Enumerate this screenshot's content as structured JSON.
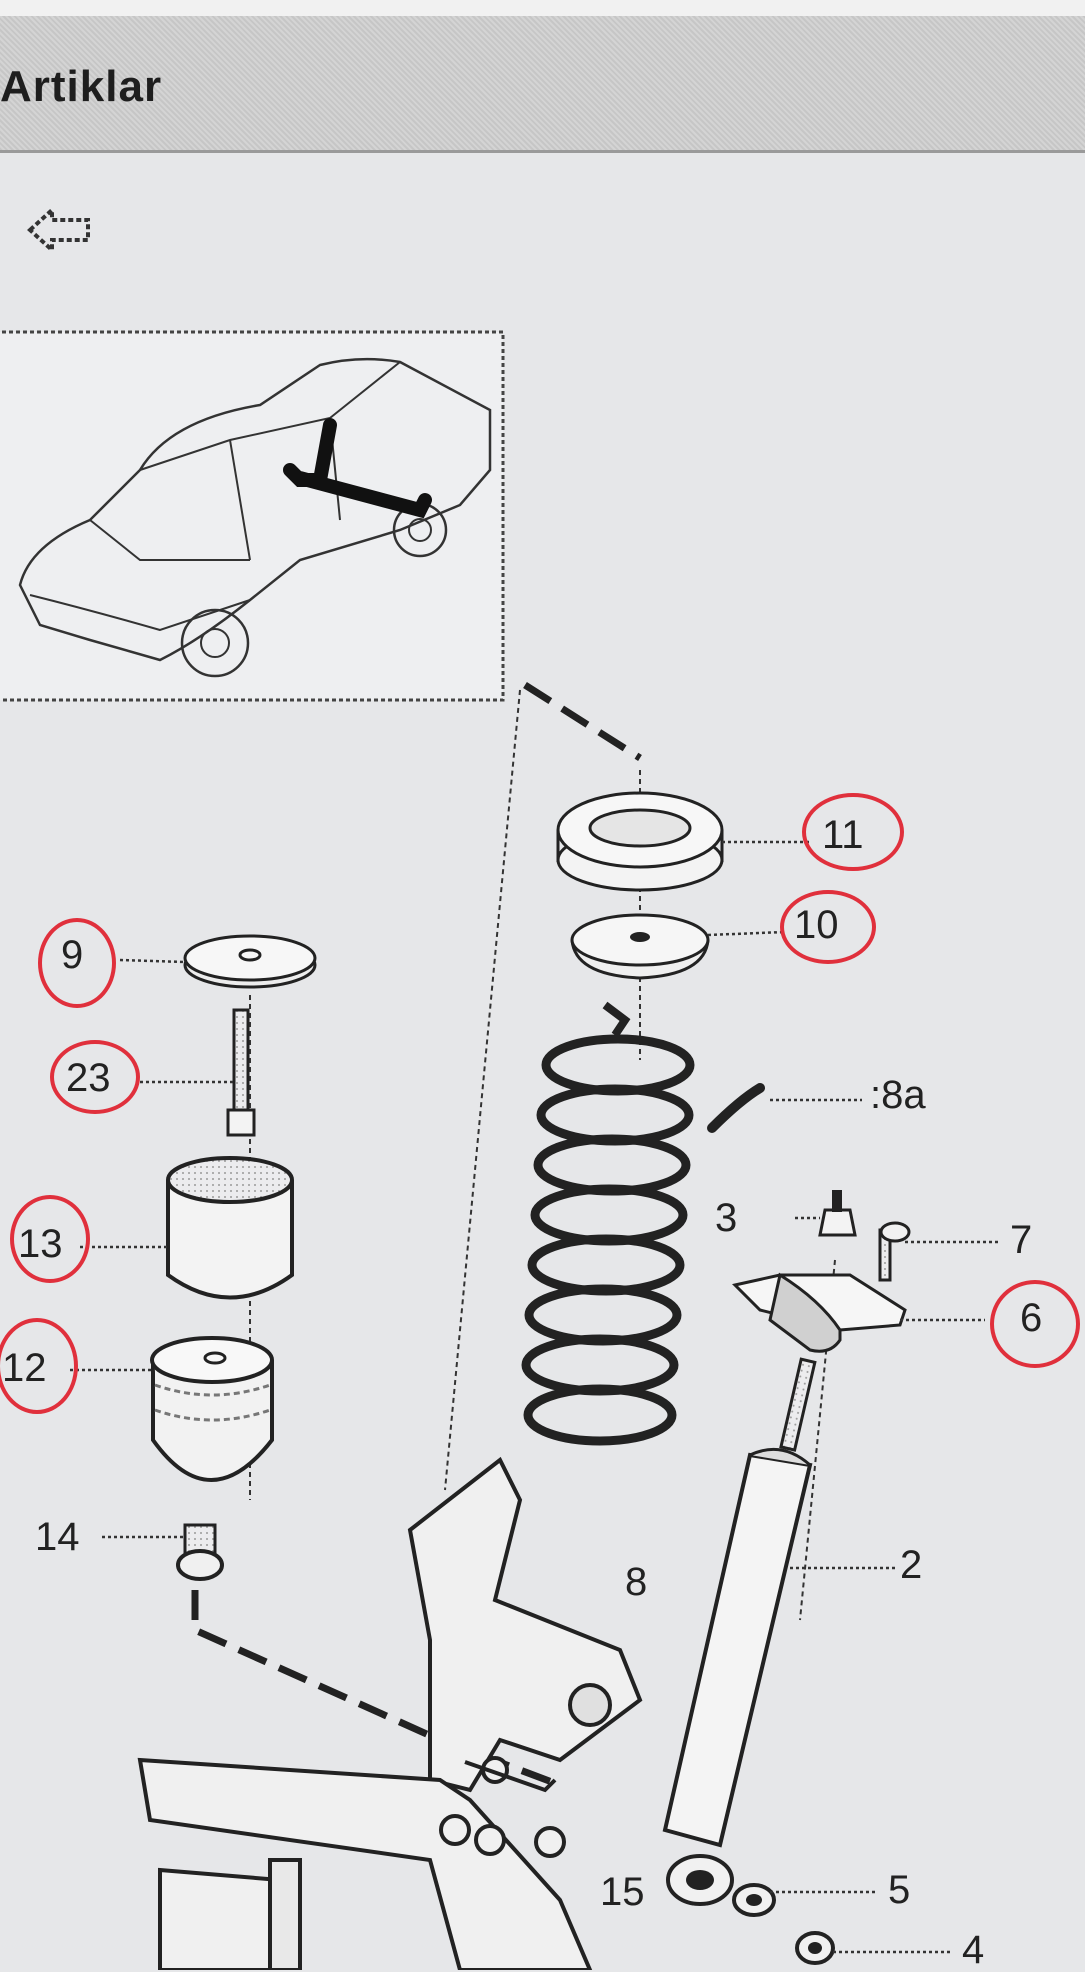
{
  "header": {
    "title": "Artiklar"
  },
  "icons": {
    "back": "back-arrow-icon"
  },
  "accent_color": "#e0303c",
  "callouts": [
    {
      "id": "11",
      "text": "11",
      "circled": true
    },
    {
      "id": "10",
      "text": "10",
      "circled": true
    },
    {
      "id": "9",
      "text": "9",
      "circled": true
    },
    {
      "id": "23",
      "text": "23",
      "circled": true
    },
    {
      "id": "8a",
      "text": ":8a",
      "circled": false
    },
    {
      "id": "3",
      "text": "3",
      "circled": false
    },
    {
      "id": "7",
      "text": "7",
      "circled": false
    },
    {
      "id": "13",
      "text": "13",
      "circled": true
    },
    {
      "id": "6",
      "text": "6",
      "circled": true
    },
    {
      "id": "12",
      "text": "12",
      "circled": true
    },
    {
      "id": "14",
      "text": "14",
      "circled": false
    },
    {
      "id": "2",
      "text": "2",
      "circled": false
    },
    {
      "id": "8",
      "text": "8",
      "circled": false
    },
    {
      "id": "15",
      "text": "15",
      "circled": false
    },
    {
      "id": "5",
      "text": "5",
      "circled": false
    },
    {
      "id": "4",
      "text": "4",
      "circled": false
    }
  ]
}
